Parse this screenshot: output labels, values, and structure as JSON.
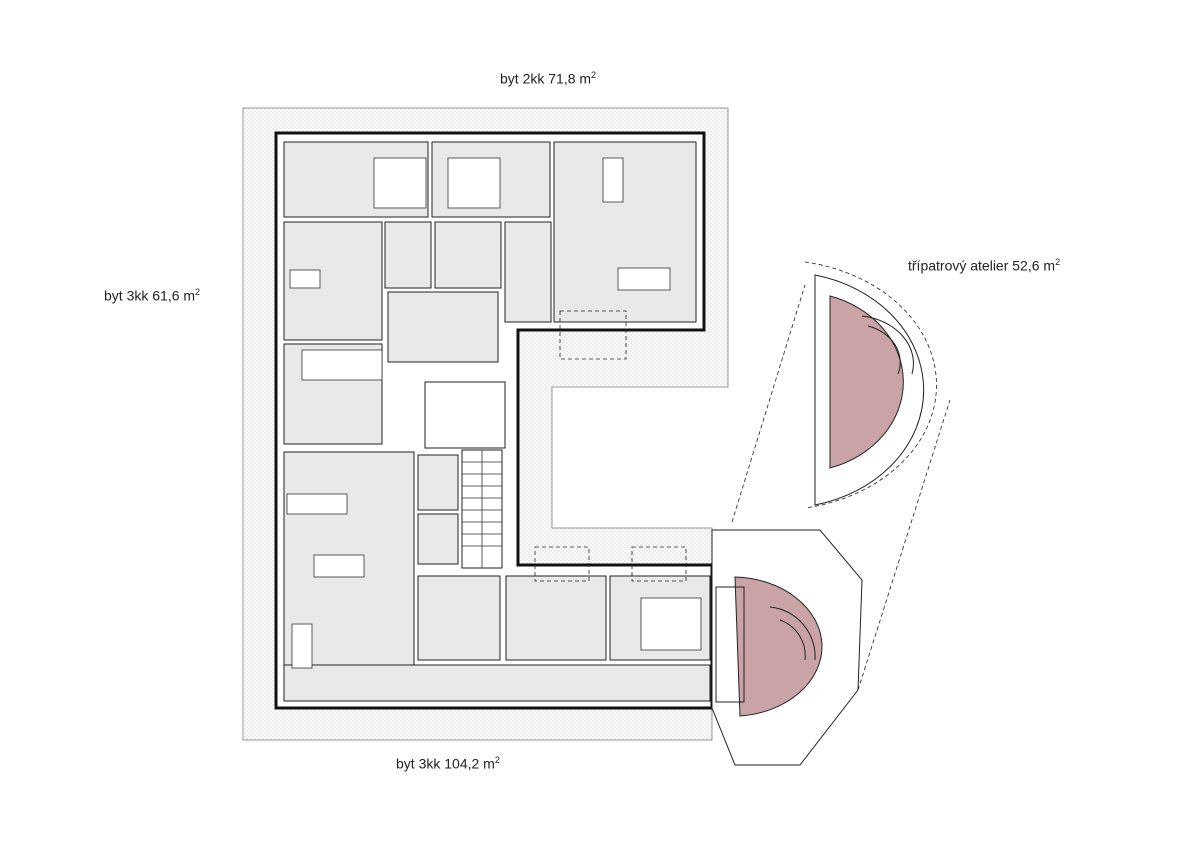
{
  "labels": {
    "flat_2kk": {
      "text": "byt 2kk 71,8 m",
      "sup": "2"
    },
    "flat_3kk_small": {
      "text": "byt 3kk 61,6 m",
      "sup": "2"
    },
    "atelier": {
      "text": "třípatrový atelier 52,6 m",
      "sup": "2"
    },
    "flat_3kk_large": {
      "text": "byt 3kk 104,2 m",
      "sup": "2"
    }
  },
  "colors": {
    "floor": "#e9e9e9",
    "atelier_highlight": "#c9a3a5",
    "walls": "#111111",
    "terrace_hatch": "#d6d6d6"
  }
}
